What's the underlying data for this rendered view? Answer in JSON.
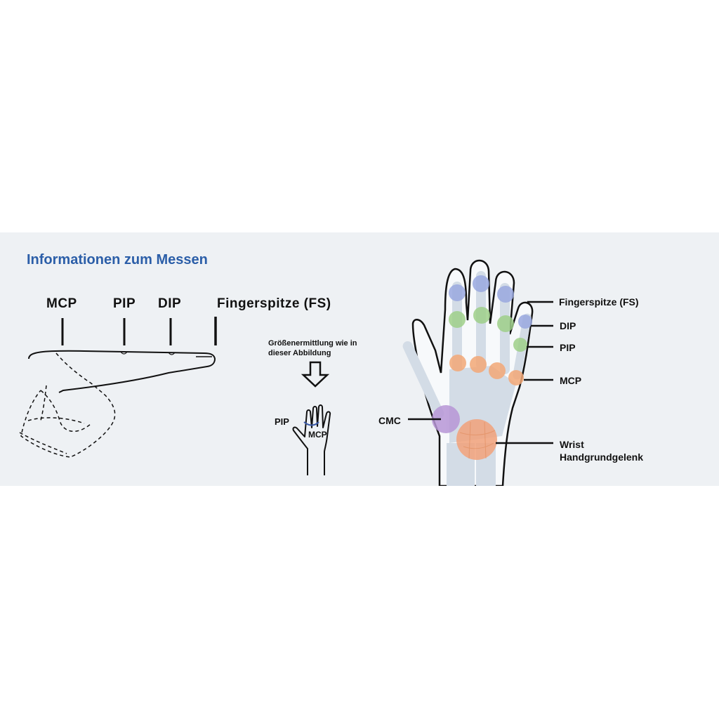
{
  "title": "Informationen zum Messen",
  "finger_labels": {
    "mcp": "MCP",
    "pip": "PIP",
    "dip": "DIP",
    "fingertip": "Fingerspitze (FS)"
  },
  "sizing_note": {
    "line1": "Größenermittlung wie in",
    "line2": "dieser Abbildung"
  },
  "mini_hand_labels": {
    "pip": "PIP",
    "mcp": "MCP"
  },
  "hand_labels": {
    "fingertip": "Fingerspitze (FS)",
    "dip": "DIP",
    "pip": "PIP",
    "mcp": "MCP",
    "cmc": "CMC",
    "wrist": "Wrist",
    "handgrundgelenk": "Handgrundgelenk"
  },
  "colors": {
    "title": "#2b5ea8",
    "panel_bg": "#eef1f4",
    "fingertip_joint": "#9aa9e0",
    "dip_pip_joint": "#9fd08a",
    "mcp_joint": "#f3a877",
    "cmc_joint": "#b796d6",
    "wrist_joint": "#f2a27a",
    "bone": "#d3dce6"
  }
}
